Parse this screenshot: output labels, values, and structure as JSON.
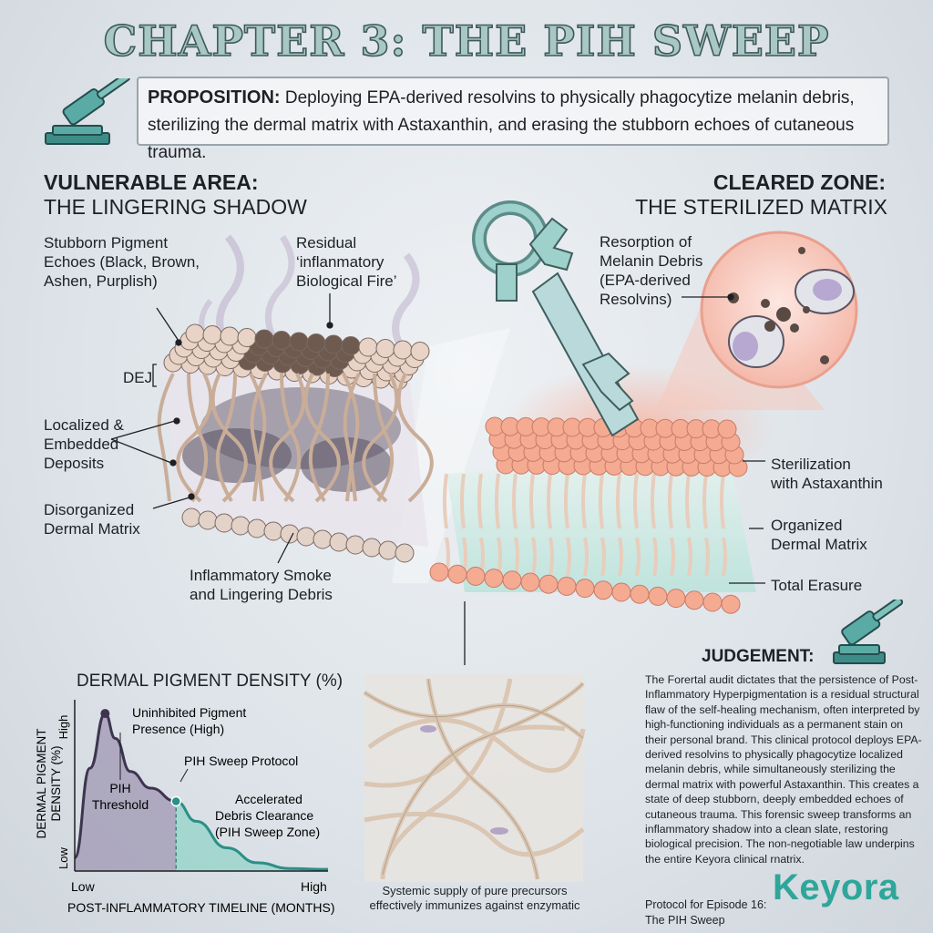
{
  "title": "CHAPTER 3: THE PIH SWEEP",
  "proposition": {
    "label": "PROPOSITION:",
    "text": "Deploying EPA-derived resolvins to physically phagocytize melanin debris, sterilizing the dermal matrix with Astaxanthin, and erasing the stubborn echoes of cutaneous trauma."
  },
  "left_panel": {
    "heading": "VULNERABLE AREA:",
    "subheading": "THE LINGERING SHADOW",
    "labels": {
      "pigment_echoes": [
        "Stubborn Pigment",
        "Echoes (Black, Brown,",
        "Ashen, Purplish)"
      ],
      "fire": [
        "Residual",
        "‘inflanmatory",
        "Biological Fire’"
      ],
      "dej": "DEJ",
      "deposits": [
        "Localized &",
        "Embedded",
        "Deposits"
      ],
      "matrix": [
        "Disorganized",
        "Dermal Matrix"
      ],
      "smoke": [
        "Inflammatory Smoke",
        "and Lingering Debris"
      ]
    }
  },
  "right_panel": {
    "heading": "CLEARED ZONE:",
    "subheading": "THE STERILIZED MATRIX",
    "labels": {
      "resorption": [
        "Resorption of",
        "Melanin Debris",
        "(EPA-derived",
        "Resolvins)"
      ],
      "sterilization": [
        "Sterilization",
        "with Astaxanthin"
      ],
      "organized": [
        "Organized",
        "Dermal Matrix"
      ],
      "erasure": "Total Erasure"
    }
  },
  "chart_data": {
    "type": "area",
    "title": "DERMAL PIGMENT DENSITY (%)",
    "xlabel": "POST-INFLAMMATORY TIMELINE (MONTHS)",
    "ylabel": [
      "DERMAL PIGMENT",
      "DENSITY (%)"
    ],
    "x_ticks": [
      "Low",
      "High"
    ],
    "y_ticks": [
      "Low",
      "High"
    ],
    "xlim": [
      0,
      1
    ],
    "ylim": [
      0,
      1
    ],
    "series": [
      {
        "points": [
          [
            0.0,
            0.08
          ],
          [
            0.06,
            0.62
          ],
          [
            0.12,
            0.95
          ],
          [
            0.16,
            0.8
          ],
          [
            0.22,
            0.6
          ],
          [
            0.3,
            0.5
          ],
          [
            0.4,
            0.42
          ],
          [
            0.48,
            0.3
          ],
          [
            0.6,
            0.14
          ],
          [
            0.72,
            0.05
          ],
          [
            0.85,
            0.015
          ],
          [
            1.0,
            0.01
          ]
        ]
      }
    ],
    "protocol_start_x": 0.4,
    "annotations": [
      [
        "Uninhibited Pigment",
        "Presence (High)"
      ],
      [
        "PIH",
        "Threshold"
      ],
      [
        "PIH Sweep Protocol"
      ],
      [
        "Accelerated",
        "Debris Clearance",
        "(PIH Sweep Zone)"
      ]
    ],
    "colors": {
      "pre": "#9f97b3",
      "post": "#8fd3c8",
      "line": "#3e3450",
      "line_post": "#2a8f87"
    }
  },
  "inset": {
    "caption": [
      "Systemic supply of pure precursors",
      "effectively immunizes against enzymatic"
    ]
  },
  "judgement": {
    "heading": "JUDGEMENT:",
    "text": "The Forertal audit dictates that the persistence of Post-Inflammatory Hyperpigmentation is a residual structural flaw of the self-healing mechanism, often interpreted by high-functioning individuals as a permanent stain on their personal brand. This clinical protocol deploys EPA-derived resolvins to physically phagocytize localized melanin debris, while simultaneously sterilizing the dermal matrix with powerful Astaxanthin. This creates a state of deep stubborn, deeply embedded echoes of cutaneous trauma. This forensic sweep transforms an inflammatory shadow into a clean slate, restoring biological precision. The non-negotiable law underpins the entire Keyora clinical rnatrix.",
    "footer": [
      "Protocol for Episode 16:",
      "The PIH Sweep"
    ]
  },
  "brand": {
    "name": "Keyora",
    "color": "#2fa69a"
  },
  "icons": [
    "gavel-icon",
    "key-icon",
    "keyora-logo"
  ]
}
